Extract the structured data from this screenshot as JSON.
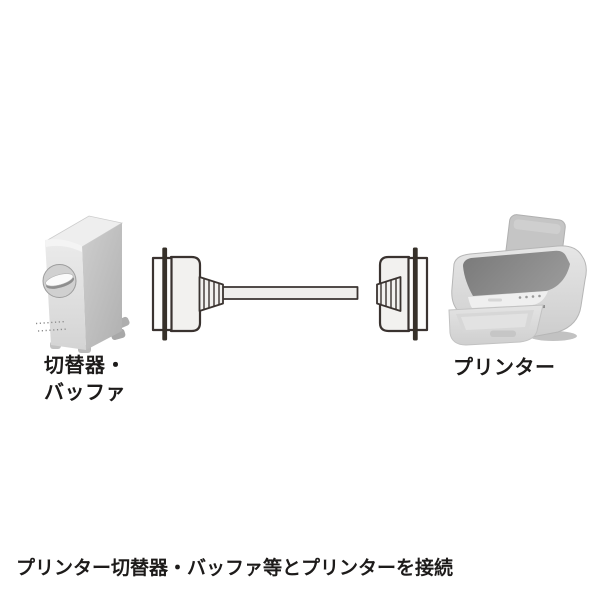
{
  "diagram": {
    "switcher": {
      "label_line1": "切替器・",
      "label_line2": "バッファ"
    },
    "printer": {
      "label": "プリンター"
    },
    "caption": "プリンター切替器・バッファ等とプリンターを接続",
    "illustrations": {
      "left_device": "printer-switcher-buffer-tower",
      "cable": "parallel-printer-cable-with-centronics-connectors",
      "right_device": "inkjet-printer"
    },
    "colors": {
      "background": "#ffffff",
      "outline": "#3a3330",
      "connector_fill": "#f2f1ef",
      "connector_plate": "#fcfcfb",
      "cable_fill": "#efeeec",
      "device_front": "#e2e2e2",
      "device_side": "#bdbdbd",
      "printer_lid": "#838383",
      "text": "#1d1b1a"
    }
  }
}
